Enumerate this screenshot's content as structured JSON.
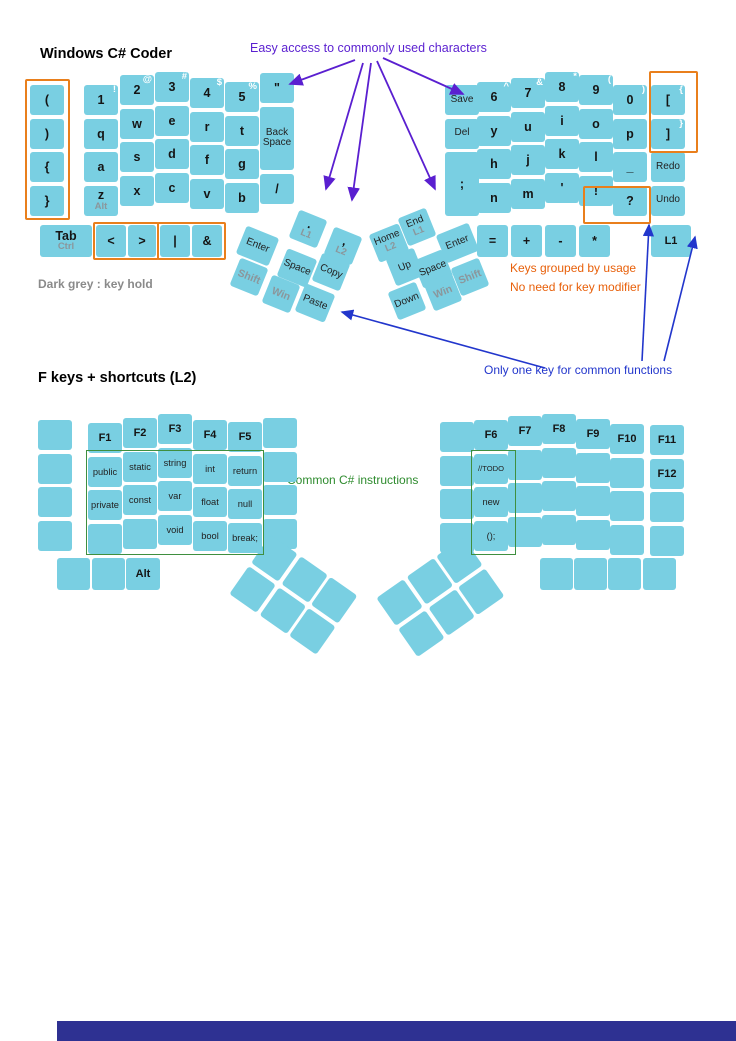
{
  "titles": {
    "main": "Windows C# Coder",
    "flayer": "F keys + shortcuts (L2)"
  },
  "annotations": {
    "easy_access": "Easy access to commonly used characters",
    "grouped_1": "Keys grouped by usage",
    "grouped_2": "No need for key modifier",
    "one_key": "Only one key for common functions",
    "csharp": "Common C# instructions",
    "legend": "Dark grey : key hold"
  },
  "colors": {
    "key_blue": "#79cfe2",
    "hold_grey": "#8b969b",
    "orange": "#e97f1c",
    "purple": "#5a1fd0",
    "blue": "#2236cc",
    "green": "#2e8b2e",
    "footer_bar": "#2e3192"
  },
  "kb": {
    "left": {
      "outer": [
        "(",
        ")",
        "{",
        "}"
      ],
      "nums": [
        "1",
        "2",
        "3",
        "4",
        "5"
      ],
      "shifts": [
        "!",
        "@",
        "#",
        "$",
        "%"
      ],
      "r1": [
        "q",
        "w",
        "e",
        "r",
        "t"
      ],
      "r2": [
        "a",
        "s",
        "d",
        "f",
        "g"
      ],
      "r3": [
        "z",
        "x",
        "c",
        "v",
        "b"
      ],
      "hold_z": "Alt",
      "quote": "\"",
      "backspace": "Back Space",
      "slash": "/",
      "tab": "Tab",
      "hold_tab": "Ctrl",
      "lt": "<",
      "gt": ">",
      "pipe": "|",
      "amp": "&"
    },
    "right": {
      "save": "Save",
      "del": "Del",
      "semicolon": ";",
      "nums": [
        "6",
        "7",
        "8",
        "9",
        "0"
      ],
      "shifts": [
        "^",
        "&",
        "*",
        "(",
        ")"
      ],
      "r1": [
        "y",
        "u",
        "i",
        "o",
        "p"
      ],
      "r2": [
        "h",
        "j",
        "k",
        "l",
        "_"
      ],
      "r3": [
        "n",
        "m",
        "'",
        "!",
        "?"
      ],
      "lbracket": "[",
      "lbracket_shift": "{",
      "rbracket": "]",
      "rbracket_shift": "}",
      "redo": "Redo",
      "undo": "Undo",
      "eq": "=",
      "plus": "+",
      "minus": "-",
      "star": "*",
      "l1": "L1"
    },
    "thumb_left": {
      "enter": "Enter",
      "dot": ".",
      "dot_hold": "L1",
      "comma": ",",
      "comma_hold": "L2",
      "shift": "Shift",
      "space": "Space",
      "copy": "Copy",
      "win": "Win",
      "paste": "Paste"
    },
    "thumb_right": {
      "home": "Home",
      "home_hold": "L2",
      "end": "End",
      "end_hold": "L1",
      "enter": "Enter",
      "up": "Up",
      "space": "Space",
      "shift": "Shift",
      "win": "Win",
      "down": "Down"
    }
  },
  "flayer": {
    "left": {
      "f": [
        "F1",
        "F2",
        "F3",
        "F4",
        "F5"
      ],
      "r1": [
        "public",
        "static",
        "string",
        "int",
        "return"
      ],
      "r2": [
        "private",
        "const",
        "var",
        "float",
        "null"
      ],
      "r3": [
        "void",
        "bool",
        "break;"
      ],
      "alt": "Alt"
    },
    "right": {
      "f": [
        "F6",
        "F7",
        "F8",
        "F9",
        "F10"
      ],
      "f11": "F11",
      "f12": "F12",
      "col": [
        "//TODO",
        "new",
        "();"
      ]
    }
  }
}
